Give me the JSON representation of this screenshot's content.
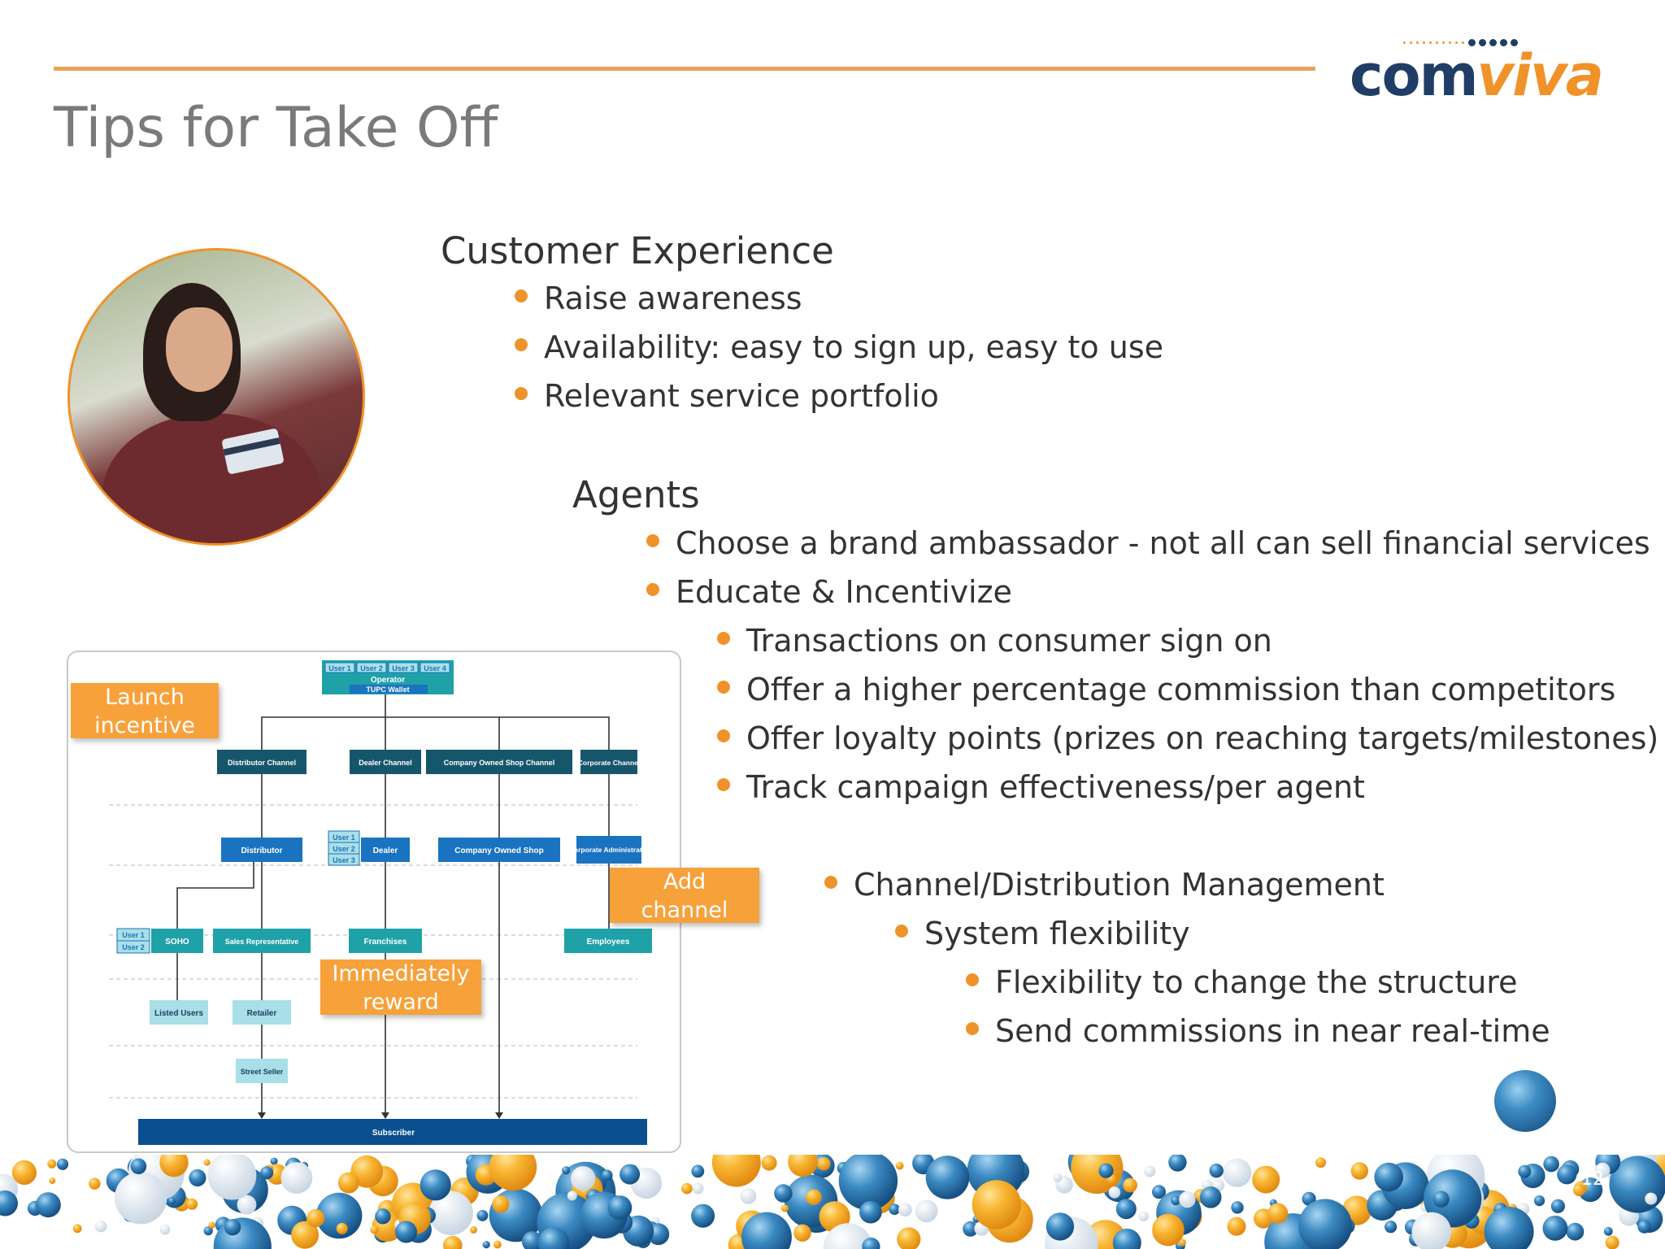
{
  "logo": {
    "part1": "com",
    "part2": "viva"
  },
  "title": "Tips for Take Off",
  "customer": {
    "heading": "Customer Experience",
    "items": [
      "Raise awareness",
      "Availability: easy to sign up, easy to use",
      "Relevant service portfolio"
    ]
  },
  "agents": {
    "heading": "Agents",
    "items": [
      "Choose a brand ambassador - not all can sell financial services",
      "Educate & Incentivize"
    ],
    "subitems": [
      "Transactions on consumer sign on",
      "Offer a higher percentage commission than competitors",
      "Offer loyalty points (prizes on reaching targets/milestones)",
      "Track campaign effectiveness/per agent"
    ]
  },
  "channel": {
    "item": "Channel/Distribution Management",
    "sub": "System flexibility",
    "subsub": [
      "Flexibility to change the structure",
      "Send commissions in near real-time"
    ]
  },
  "callouts": {
    "launch": [
      "Launch",
      "incentive"
    ],
    "add": [
      "Add",
      "channel"
    ],
    "reward": [
      "Immediately",
      "reward"
    ]
  },
  "diagram": {
    "users_top": [
      "User 1",
      "User 2",
      "User 3",
      "User 4"
    ],
    "operator": "Operator",
    "wallet": "TUPC Wallet",
    "channels": [
      "Distributor Channel",
      "Dealer Channel",
      "Company Owned Shop Channel",
      "Corporate Channel"
    ],
    "level2": [
      "Distributor",
      "Dealer",
      "Company Owned Shop",
      "Corporate Administrator"
    ],
    "dealer_users": [
      "User 1",
      "User 2",
      "User 3"
    ],
    "level3": [
      "SOHO",
      "Sales Representative",
      "Franchises",
      "Employees"
    ],
    "soho_users": [
      "User 1",
      "User 2"
    ],
    "level4": [
      "Listed Users",
      "Retailer"
    ],
    "street_seller": "Street Seller",
    "subscriber": "Subscriber"
  },
  "page_number": "12",
  "colors": {
    "accent": "#f0922a",
    "navy": "#1f3d66",
    "teal": "#1fa1a8",
    "diagram_blue": "#1a73c0",
    "dark_teal": "#16566a"
  }
}
